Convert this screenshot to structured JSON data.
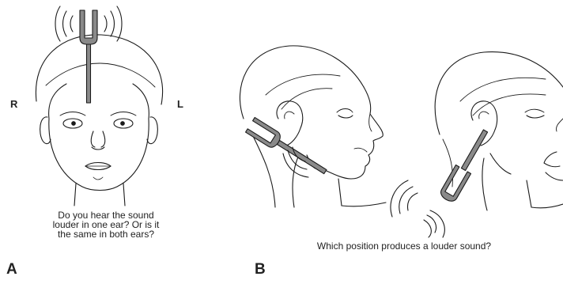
{
  "panel_a": {
    "label": "A",
    "right_label": "R",
    "left_label": "L",
    "caption_lines": [
      "Do you hear the sound",
      "louder in one ear? Or is it",
      "the same in both ears?"
    ]
  },
  "panel_b": {
    "label": "B",
    "caption": "Which position produces a louder sound?"
  },
  "colors": {
    "line": "#1a1a1a",
    "fork_fill": "#8a8a8a"
  }
}
